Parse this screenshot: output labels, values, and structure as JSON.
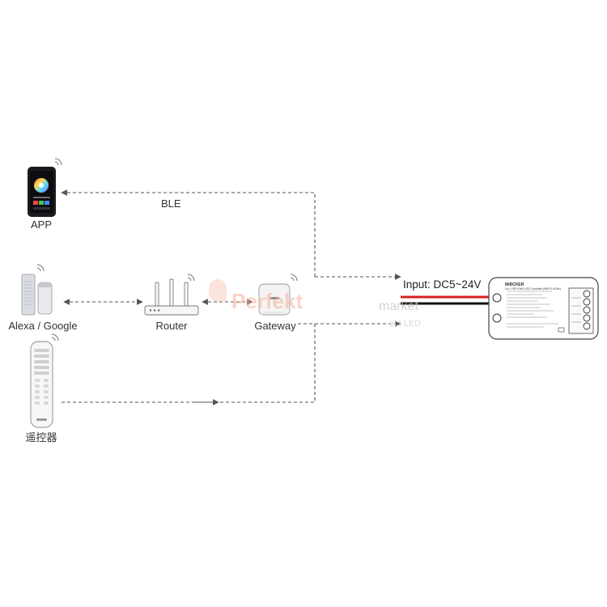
{
  "labels": {
    "app": "APP",
    "ble": "BLE",
    "alexa_google": "Alexa / Google",
    "router": "Router",
    "gateway": "Gateway",
    "remote": "遥控器",
    "input": "Input: DC5~24V"
  },
  "watermark": {
    "brand": "Perfekt",
    "brand_suffix": "market",
    "tagline": "ect LED"
  },
  "controller": {
    "brand": "MiBOXER",
    "title": "5 in 1 SPI+DMX LED Controller (WiFi+2.4GHz)"
  },
  "colors": {
    "line": "#555555",
    "wire_red": "#d42020",
    "wire_black": "#111111",
    "watermark": "#f3b29a"
  }
}
